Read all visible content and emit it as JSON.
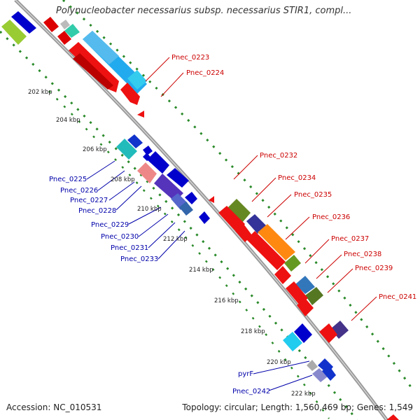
{
  "title": "Polynucleobacter necessarius subsp. necessarius STIR1, compl...",
  "footer": {
    "accession": "Accession: NC_010531",
    "summary": "Topology: circular; Length: 1,560,469 bp; Genes: 1,549"
  },
  "colors": {
    "forward_label": "#cc0000",
    "reverse_label": "#0000aa",
    "backbone": "#888888",
    "tick": "#2a8a2a"
  },
  "kbp_ticks": [
    "202 kbp",
    "204 kbp",
    "206 kbp",
    "208 kbp",
    "210 kbp",
    "212 kbp",
    "214 kbp",
    "216 kbp",
    "218 kbp",
    "220 kbp",
    "222 kbp"
  ],
  "forward_labels": [
    "Pnec_0223",
    "Pnec_0224",
    "Pnec_0232",
    "Pnec_0234",
    "Pnec_0235",
    "Pnec_0236",
    "Pnec_0237",
    "Pnec_0238",
    "Pnec_0239",
    "Pnec_0241"
  ],
  "reverse_labels": [
    "Pnec_0225",
    "Pnec_0226",
    "Pnec_0227",
    "Pnec_0228",
    "Pnec_0229",
    "Pnec_0230",
    "Pnec_0231",
    "Pnec_0233",
    "pyrF",
    "Pnec_0242"
  ]
}
